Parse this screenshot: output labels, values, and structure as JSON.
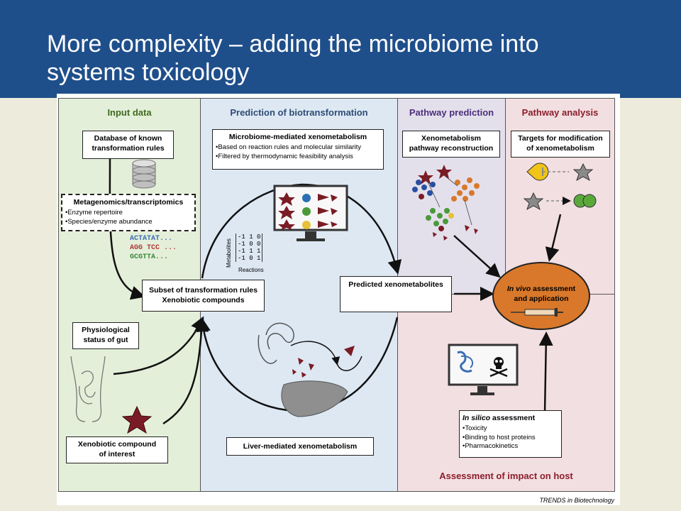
{
  "slide": {
    "title_line1": "More complexity – adding the microbiome into",
    "title_line2": "systems toxicology"
  },
  "panels": {
    "input": "Input data",
    "biotransformation": "Prediction of biotransformation",
    "pathway_prediction": "Pathway prediction",
    "pathway_analysis": "Pathway analysis",
    "impact": "Assessment of impact on host"
  },
  "boxes": {
    "database_line1": "Database of known",
    "database_line2": "transformation rules",
    "metagenomics_title": "Metagenomics/transcriptomics",
    "metagenomics_items": [
      "Enzyme repertoire",
      "Species/enzyme abundance"
    ],
    "subset_line1": "Subset of transformation rules",
    "subset_line2": "Xenobiotic compounds",
    "physio_line1": "Physiological",
    "physio_line2": "status of gut",
    "xeno_line1": "Xenobiotic compound",
    "xeno_line2": "of interest",
    "microbiome_title": "Microbiome-mediated xenometabolism",
    "microbiome_items": [
      "Based on reaction rules and molecular similarity",
      "Filtered by thermodynamic feasibility analysis"
    ],
    "predicted": "Predicted xenometabolites",
    "liver": "Liver-mediated xenometabolism",
    "reconstruction_line1": "Xenometabolism",
    "reconstruction_line2": "pathway reconstruction",
    "targets_line1": "Targets for modification",
    "targets_line2": "of xenometabolism",
    "invivo_italic": "In vivo",
    "invivo_rest": " assessment",
    "invivo_line2": "and application",
    "insilico_italic": "In silico",
    "insilico_rest": " assessment",
    "insilico_items": [
      "Toxicity",
      "Binding to host proteins",
      "Pharmacokinetics"
    ]
  },
  "sequences": [
    "ACTATAT...",
    "AGG TCC ...",
    "GCGTTA..."
  ],
  "matrix": {
    "rows": [
      "-1 1 0",
      "-1 0 0",
      "-1 1 1",
      "-1 0 1"
    ],
    "row_label": "Metabolites",
    "col_label": "Reactions"
  },
  "credit": "TRENDS in Biotechnology",
  "colors": {
    "header_blue": "#1f4f8b",
    "input_panel": "#e4efd9",
    "biotrans_panel": "#dde8f3",
    "pathway_panel": "#e3e0ec",
    "analysis_panel": "#f2dfe2",
    "header_green": "#3e6b1f",
    "header_blue_text": "#2d4c74",
    "header_purple": "#4b2e7a",
    "header_red": "#8b1e2a",
    "invivo_orange": "#d9782a",
    "compound_red": "#7a1c25"
  }
}
